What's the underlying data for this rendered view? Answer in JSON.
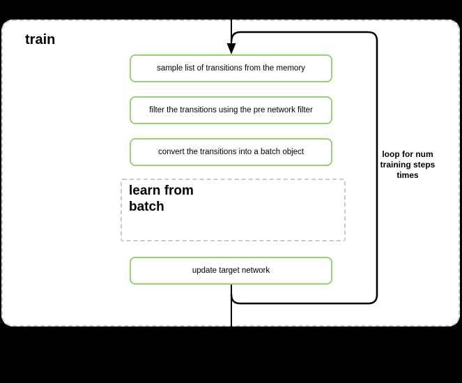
{
  "title": "train",
  "steps": [
    {
      "label": "sample list of transitions from the memory"
    },
    {
      "label": "filter the transitions using the pre network filter"
    },
    {
      "label": "convert the transitions into a batch object"
    }
  ],
  "subprocess_label": "learn from\nbatch",
  "update_step_label": "update target network",
  "loop_label": "loop for num\ntraining steps\ntimes",
  "colors": {
    "background": "#000000",
    "container_fill": "#ffffff",
    "dashed_border": "#c9c9c9",
    "box_border": "#97d077",
    "line": "#000000"
  }
}
